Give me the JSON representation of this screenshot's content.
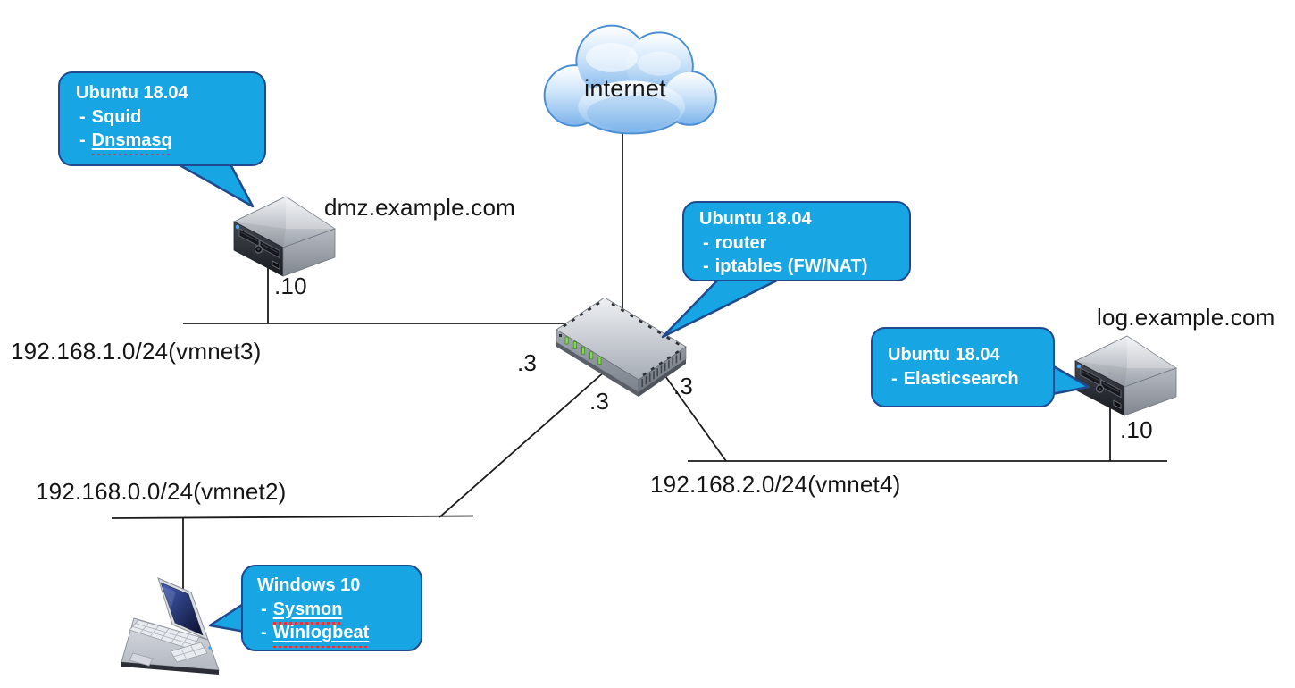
{
  "colors": {
    "callout_fill": "#17A6E3",
    "callout_border": "#21498F",
    "line_color": "#1a1a1a",
    "cloud_stroke": "#4a8fd3"
  },
  "internet": {
    "label": "internet"
  },
  "hosts": {
    "dmz": {
      "name": "dmz.example.com",
      "ip": ".10"
    },
    "log": {
      "name": "log.example.com",
      "ip": ".10"
    }
  },
  "router": {
    "ips": {
      "vmnet3": ".3",
      "vmnet2": ".3",
      "vmnet4": ".3"
    }
  },
  "networks": {
    "vmnet3": {
      "label": "192.168.1.0/24(vmnet3)"
    },
    "vmnet2": {
      "label": "192.168.0.0/24(vmnet2)"
    },
    "vmnet4": {
      "label": "192.168.2.0/24(vmnet4)"
    }
  },
  "callouts": {
    "dmz": {
      "title": "Ubuntu 18.04",
      "items": [
        {
          "bullet": "-",
          "text": "Squid",
          "misspelled": false
        },
        {
          "bullet": "-",
          "text": "Dnsmasq",
          "misspelled": true
        }
      ]
    },
    "router": {
      "title": "Ubuntu 18.04",
      "items": [
        {
          "bullet": "-",
          "text": "router",
          "misspelled": false
        },
        {
          "bullet": "-",
          "text": "iptables (FW/NAT)",
          "misspelled": false
        }
      ]
    },
    "log": {
      "title": "Ubuntu 18.04",
      "items": [
        {
          "bullet": "-",
          "text": "Elasticsearch",
          "misspelled": false
        }
      ]
    },
    "win": {
      "title": "Windows 10",
      "items": [
        {
          "bullet": "-",
          "text": "Sysmon",
          "misspelled": true
        },
        {
          "bullet": "-",
          "text": "Winlogbeat",
          "misspelled": true
        }
      ]
    }
  },
  "icons": {
    "cloud": "internet-cloud-icon",
    "dmz_server": "server-icon",
    "log_server": "server-icon",
    "router": "router-icon",
    "workstation": "laptop-icon"
  }
}
